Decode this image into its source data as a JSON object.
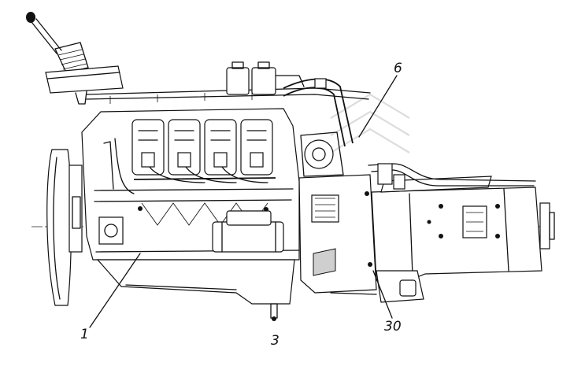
{
  "diagram": {
    "callouts": [
      {
        "id": "c6",
        "label": "6"
      },
      {
        "id": "c1",
        "label": "1"
      },
      {
        "id": "c3",
        "label": "3"
      },
      {
        "id": "c30",
        "label": "30"
      }
    ],
    "colors": {
      "ink": "#111111",
      "paper": "#ffffff",
      "watermark": "#dcdcdc"
    }
  }
}
